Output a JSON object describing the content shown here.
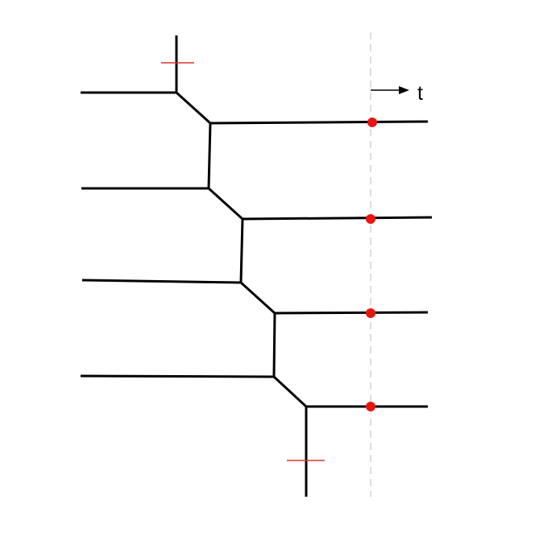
{
  "diagram": {
    "time_axis_label": "t",
    "colors": {
      "line": "#000000",
      "dot": "#e8140f",
      "tick": "#e0302a",
      "guide": "#c8c8c8"
    },
    "markers": {
      "dot_count": 4,
      "tick_count": 2
    }
  }
}
